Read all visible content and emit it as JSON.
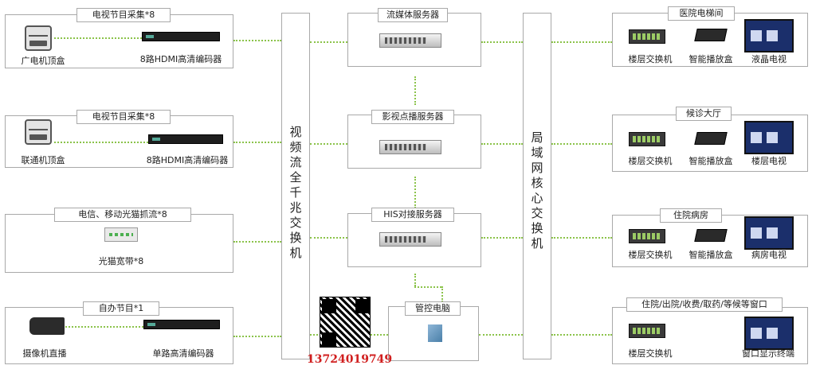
{
  "left_groups": [
    {
      "title": "电视节目采集*8",
      "device1": "广电机顶盒",
      "device2": "8路HDMI高清编码器"
    },
    {
      "title": "电视节目采集*8",
      "device1": "联通机顶盒",
      "device2": "8路HDMI高清编码器"
    },
    {
      "title": "电信、移动光猫抓流*8",
      "device1": "光猫宽带*8"
    },
    {
      "title": "自办节目*1",
      "device1": "摄像机直播",
      "device2": "单路高清编码器"
    }
  ],
  "video_switch": "视频流全千兆交换机",
  "servers": [
    {
      "title": "流媒体服务器"
    },
    {
      "title": "影视点播服务器"
    },
    {
      "title": "HIS对接服务器"
    }
  ],
  "control_pc": "管控电脑",
  "phone": "13724019749",
  "core_switch": "局域网核心交换机",
  "right_groups": [
    {
      "title": "医院电梯间",
      "items": [
        "楼层交换机",
        "智能播放盒",
        "液晶电视"
      ]
    },
    {
      "title": "候诊大厅",
      "items": [
        "楼层交换机",
        "智能播放盒",
        "楼层电视"
      ]
    },
    {
      "title": "住院病房",
      "items": [
        "楼层交换机",
        "智能播放盒",
        "病房电视"
      ]
    },
    {
      "title": "住院/出院/收费/取药/等候等窗口",
      "items": [
        "楼层交换机",
        "窗口显示终端"
      ]
    }
  ]
}
